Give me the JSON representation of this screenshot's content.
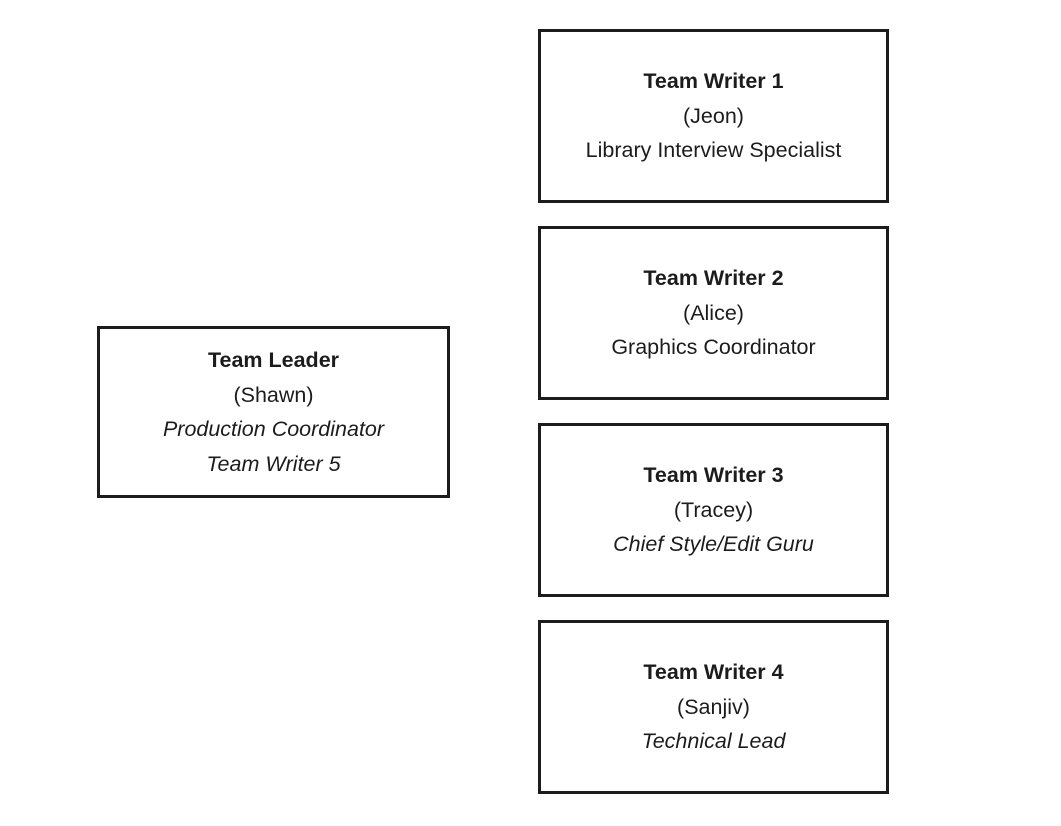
{
  "diagram": {
    "colors": {
      "background": "#ffffff",
      "border": "#1c1c1c",
      "text": "#1c1c1c"
    },
    "leader": {
      "title": "Team Leader",
      "name": "(Shawn)",
      "role_line1": "Production Coordinator",
      "role_line2": "Team Writer 5"
    },
    "writers": [
      {
        "title": "Team Writer 1",
        "name": "(Jeon)",
        "role": "Library Interview Specialist"
      },
      {
        "title": "Team Writer 2",
        "name": "(Alice)",
        "role": "Graphics Coordinator"
      },
      {
        "title": "Team Writer 3",
        "name": "(Tracey)",
        "role": "Chief Style/Edit Guru"
      },
      {
        "title": "Team Writer 4",
        "name": "(Sanjiv)",
        "role": "Technical Lead"
      }
    ]
  }
}
